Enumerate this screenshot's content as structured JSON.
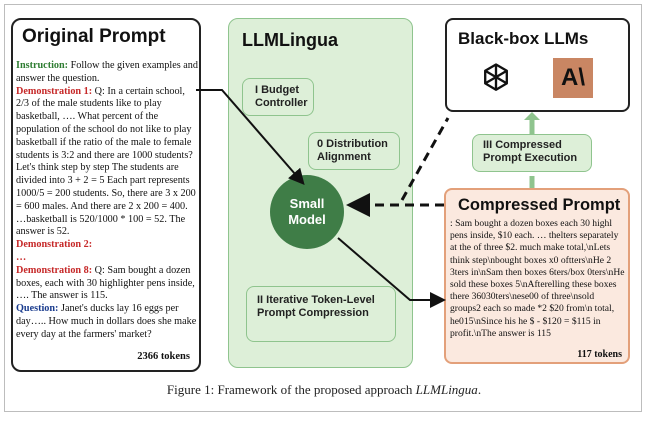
{
  "original_prompt": {
    "title": "Original Prompt",
    "instruction_label": "Instruction:",
    "instruction_text": " Follow the given examples and answer the question.",
    "demo1_label": "Demonstration 1:",
    "demo1_text": " Q: In a certain school, 2/3 of the male students like to play basketball, …. What percent of the population of the school do not like to play basketball if the ratio of the male to female students is 3:2 and there are 1000 students? Let's think step by step The students are divided into 3 + 2 = 5 Each part represents 1000/5 = 200 students. So, there are 3 x 200 = 600 males. And there are 2 x 200 = 400. …basketball is 520/1000 * 100 = 52. The answer is 52.",
    "demo2_label": "Demonstration 2:",
    "ellipsis": "…",
    "demo8_label": "Demonstration 8:",
    "demo8_text": " Q: Sam bought a dozen boxes, each with 30 highlighter pens inside, …. The answer is 115.",
    "question_label": "Question:",
    "question_text": " Janet's ducks lay 16 eggs per day….. How much in dollars does she make every day at the farmers' market?",
    "tokens": "2366 tokens"
  },
  "llmlingua": {
    "title": "LLMLingua",
    "budget_controller": "I  Budget Controller",
    "distribution_alignment": "0  Distribution Alignment",
    "small_model": "Small Model",
    "iterative": "II  Iterative Token-Level Prompt Compression"
  },
  "black_box": {
    "title": "Black-box LLMs",
    "openai_icon": "openai-logo",
    "anthropic_icon": "anthropic-logo",
    "anthropic_text": "A\\"
  },
  "execution": {
    "label": "III  Compressed Prompt Execution"
  },
  "compressed_prompt": {
    "title": "Compressed Prompt",
    "text": ": Sam bought a dozen boxes each 30 highl pens inside, $10 each. … thelters separately at the of three $2. much make total,\\nLets think step\\nbought boxes x0 oftters\\nHe 2 3ters in\\nSam then boxes 6ters/box 0ters\\nHe sold these boxes 5\\nAfterelling these boxes there 36030ters\\nese00 of three\\nsold groups2 each so made *2 $20 from\\n total, he015\\nSince his he $ - $120 = $115 in profit.\\nThe answer is 115",
    "tokens": "117 tokens"
  },
  "caption": {
    "prefix": "Figure 1: Framework of the proposed approach ",
    "method": "LLMLingua",
    "suffix": "."
  },
  "colors": {
    "green_fill": "#ddefd8",
    "green_border": "#8fc48e",
    "small_model": "#3f7d47",
    "compressed_fill": "#fbe9df",
    "compressed_border": "#e3a07a",
    "instruction": "#2e7d32",
    "demonstration": "#c62828",
    "question": "#1a3c8e"
  }
}
